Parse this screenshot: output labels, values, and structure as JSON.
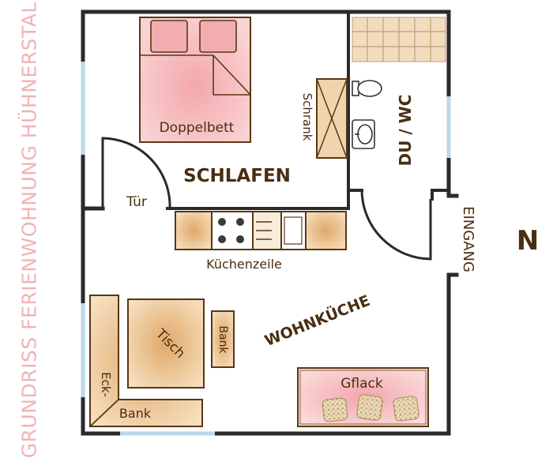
{
  "side_title": "GRUNDRISS FERIENWOHNUNG HÜHNERSTALL",
  "compass": "N",
  "rooms": {
    "bedroom": "SCHLAFEN",
    "bath": "DU / WC",
    "living_kitchen": "WOHNKÜCHE"
  },
  "labels": {
    "double_bed": "Doppelbett",
    "wardrobe": "Schrank",
    "door": "Tür",
    "kitchenette": "Küchenzeile",
    "entrance": "EINGANG",
    "table": "Tisch",
    "bench": "Bank",
    "corner_bench_top": "Eck-",
    "corner_bench_bottom": "Bank",
    "sofa": "Gflack"
  },
  "colors": {
    "wall": "#2a2a2a",
    "window": "#bcd7ea",
    "furniture_outline": "#5a3716",
    "bed_fill": "#f3b8bb",
    "wood_fill": "#e9c89a",
    "text": "#4a2e12",
    "side_title": "#f0b3b6"
  }
}
